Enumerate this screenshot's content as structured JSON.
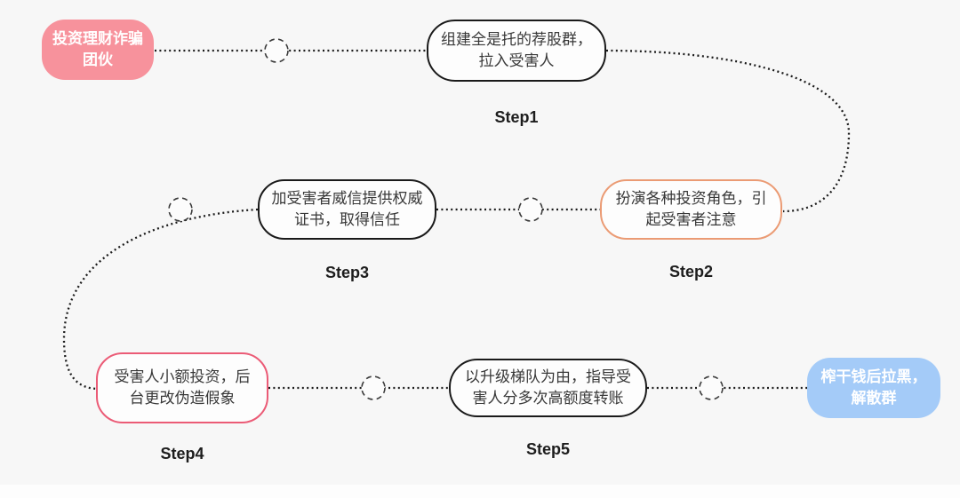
{
  "canvas": {
    "bg_color": "#F7F7F7",
    "footer_color": "#FDFDFD"
  },
  "connectors": {
    "line_color": "#1B1B1B",
    "dot_fill": "#FCFCFC",
    "dot_stroke": "#3A3A3A"
  },
  "nodes": {
    "start": {
      "label": "投资理财诈骗\n团伙",
      "fill": "#F7929C",
      "text_color": "#FFFFFF"
    },
    "end": {
      "label": "榨干钱后拉黑，\n解散群",
      "fill": "#A4CBF8",
      "text_color": "#FFFFFF"
    },
    "steps": [
      {
        "label": "Step1",
        "text": "组建全是托的荐股群，\n拉入受害人",
        "border_color": "#1A1A1A"
      },
      {
        "label": "Step2",
        "text": "扮演各种投资角色，引\n起受害者注意",
        "border_color": "#EB9B74"
      },
      {
        "label": "Step3",
        "text": "加受害者威信提供权威\n证书，取得信任",
        "border_color": "#1A1A1A"
      },
      {
        "label": "Step4",
        "text": "受害人小额投资，后\n台更改伪造假象",
        "border_color": "#EB5B76"
      },
      {
        "label": "Step5",
        "text": "以升级梯队为由，指导受\n害人分多次高额度转账",
        "border_color": "#1A1A1A"
      }
    ]
  }
}
